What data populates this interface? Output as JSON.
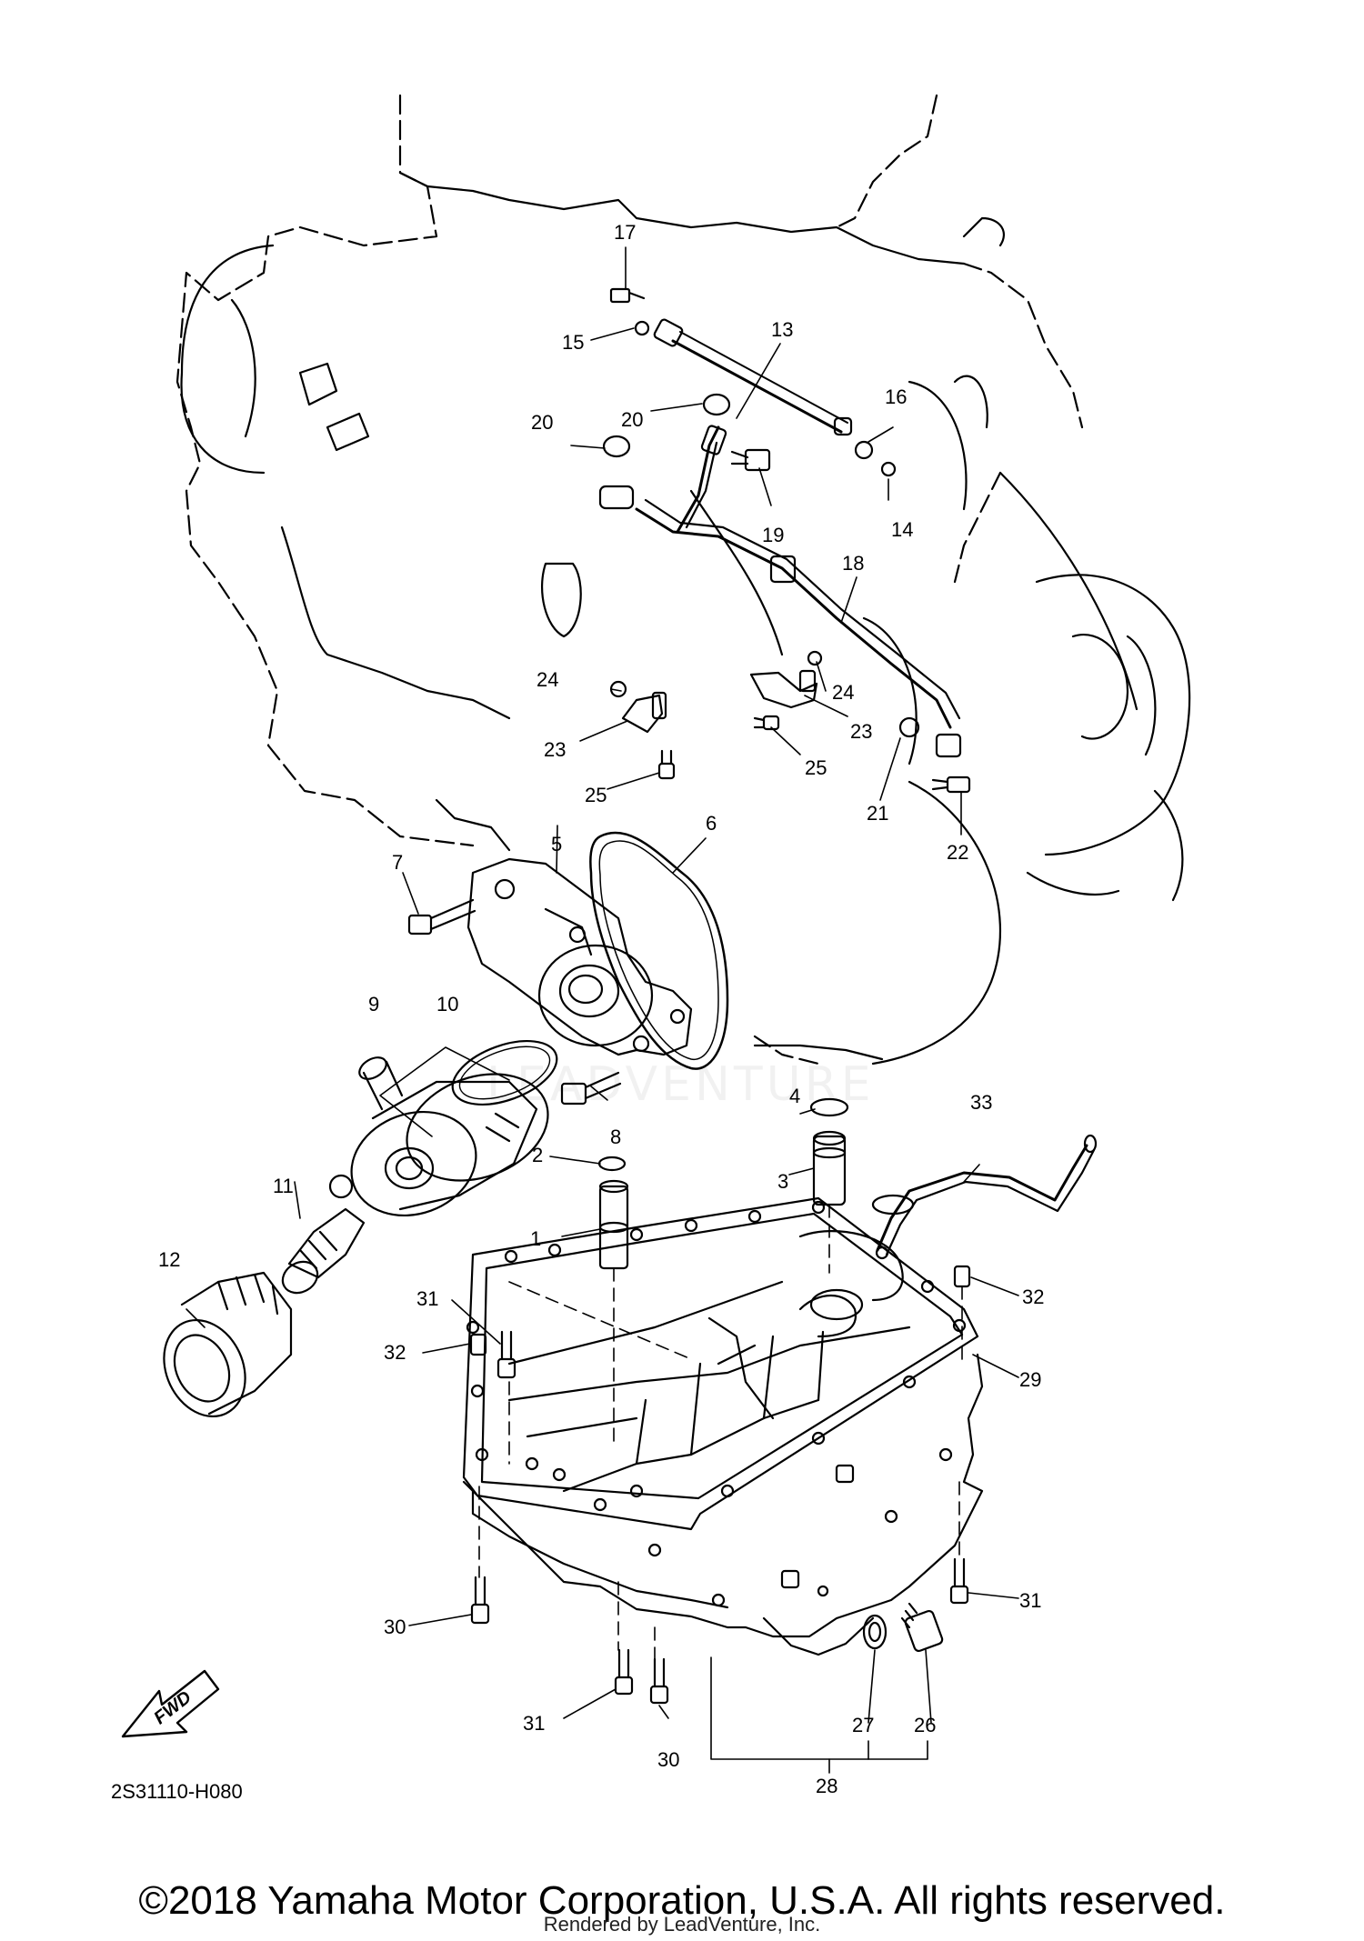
{
  "diagram": {
    "part_labels": [
      "1",
      "2",
      "3",
      "4",
      "5",
      "6",
      "7",
      "8",
      "9",
      "10",
      "11",
      "12",
      "13",
      "14",
      "15",
      "16",
      "17",
      "18",
      "19",
      "20",
      "20",
      "21",
      "22",
      "23",
      "23",
      "24",
      "24",
      "25",
      "25",
      "26",
      "27",
      "28",
      "29",
      "30",
      "30",
      "31",
      "31",
      "31",
      "32",
      "32",
      "33"
    ],
    "drawing_code": "2S31110-H080",
    "fwd_label": "FWD",
    "watermark": "LEADVENTURE"
  },
  "footer": {
    "copyright": "©2018 Yamaha Motor Corporation, U.S.A. All rights reserved.",
    "rendered_by": "Rendered by LeadVenture, Inc."
  }
}
